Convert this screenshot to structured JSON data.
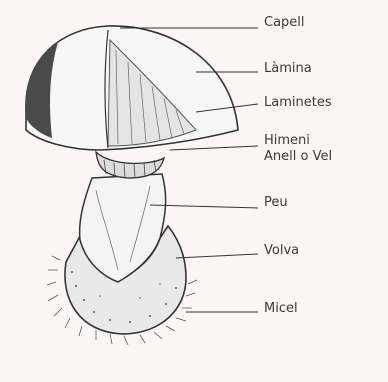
{
  "diagram": {
    "labels": {
      "capell": "Capell",
      "lamina": "Làmina",
      "laminetes": "Laminetes",
      "himeni": "Himeni",
      "anell_vel": "Anell o Vel",
      "peu": "Peu",
      "volva": "Volva",
      "micell": "Micel"
    }
  }
}
